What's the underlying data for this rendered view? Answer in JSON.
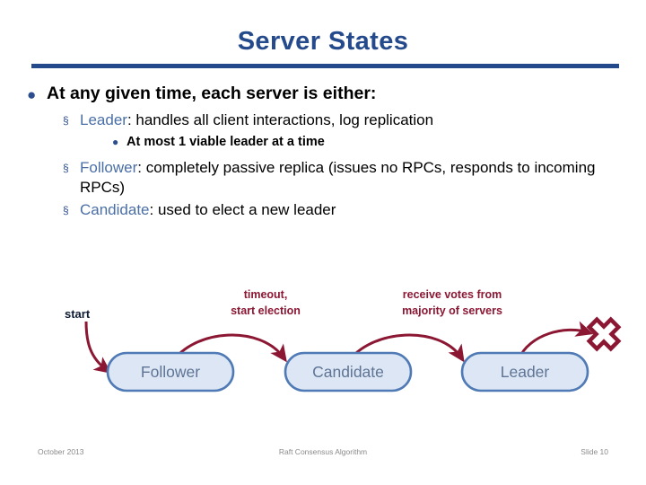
{
  "slide": {
    "title": "Server States",
    "accent_color": "#254a8c",
    "keyword_color": "#4a6fa5",
    "arrow_color": "#8b1733",
    "box_fill": "#dce6f4",
    "box_stroke": "#4f7ab5"
  },
  "bullets": {
    "level1": {
      "marker": "●",
      "text": "At any given time, each server is either:"
    },
    "items": [
      {
        "marker": "§",
        "keyword": "Leader",
        "rest": ": handles all client interactions, log replication",
        "sub": {
          "marker": "●",
          "text": "At most 1 viable leader at a time"
        }
      },
      {
        "marker": "§",
        "keyword": "Follower",
        "rest": ": completely passive replica (issues no RPCs, responds to incoming RPCs)"
      },
      {
        "marker": "§",
        "keyword": "Candidate",
        "rest": ": used to elect a new leader"
      }
    ]
  },
  "diagram": {
    "start_label": "start",
    "states": [
      {
        "id": "follower",
        "label": "Follower"
      },
      {
        "id": "candidate",
        "label": "Candidate"
      },
      {
        "id": "leader",
        "label": "Leader"
      }
    ],
    "transitions": [
      {
        "from": "follower",
        "to": "candidate",
        "line1": "timeout,",
        "line2": "start election"
      },
      {
        "from": "candidate",
        "to": "leader",
        "line1": "receive votes from",
        "line2": "majority of servers"
      },
      {
        "from": "leader",
        "to": "failure",
        "line1": "",
        "line2": ""
      }
    ],
    "failure_marker": "burst-x-icon"
  },
  "footer": {
    "left": "October 2013",
    "center": "Raft Consensus Algorithm",
    "right": "Slide 10"
  }
}
